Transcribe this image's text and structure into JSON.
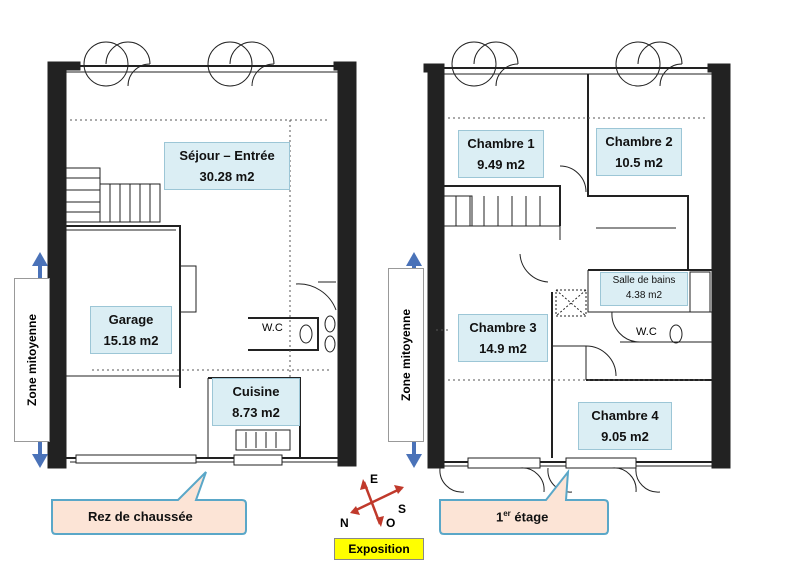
{
  "rooms": {
    "sejour": {
      "name": "Séjour – Entrée",
      "area": "30.28 m2"
    },
    "garage": {
      "name": "Garage",
      "area": "15.18 m2"
    },
    "cuisine": {
      "name": "Cuisine",
      "area": "8.73 m2"
    },
    "chambre1": {
      "name": "Chambre 1",
      "area": "9.49 m2"
    },
    "chambre2": {
      "name": "Chambre 2",
      "area": "10.5 m2"
    },
    "chambre3": {
      "name": "Chambre 3",
      "area": "14.9 m2"
    },
    "chambre4": {
      "name": "Chambre 4",
      "area": "9.05 m2"
    },
    "salle_de_bains": {
      "name": "Salle de bains",
      "area": "4.38 m2"
    }
  },
  "wc_labels": [
    "W.C",
    "W.C"
  ],
  "zone_mitoyenne": "Zone mitoyenne",
  "floors": {
    "ground": "Rez de chaussée",
    "first_prefix": "1",
    "first_sup": "er",
    "first_suffix": " étage"
  },
  "exposition": {
    "title": "Exposition",
    "east": "E",
    "south": "S",
    "north": "N",
    "west": "O"
  },
  "colors": {
    "label_bg": "#dbeef4",
    "arrow_blue": "#4a72b8",
    "compass_red": "#c0392b",
    "callout_bg": "#fce4d6",
    "callout_border": "#5aa7c8",
    "exposition_bg": "#ffff00"
  }
}
